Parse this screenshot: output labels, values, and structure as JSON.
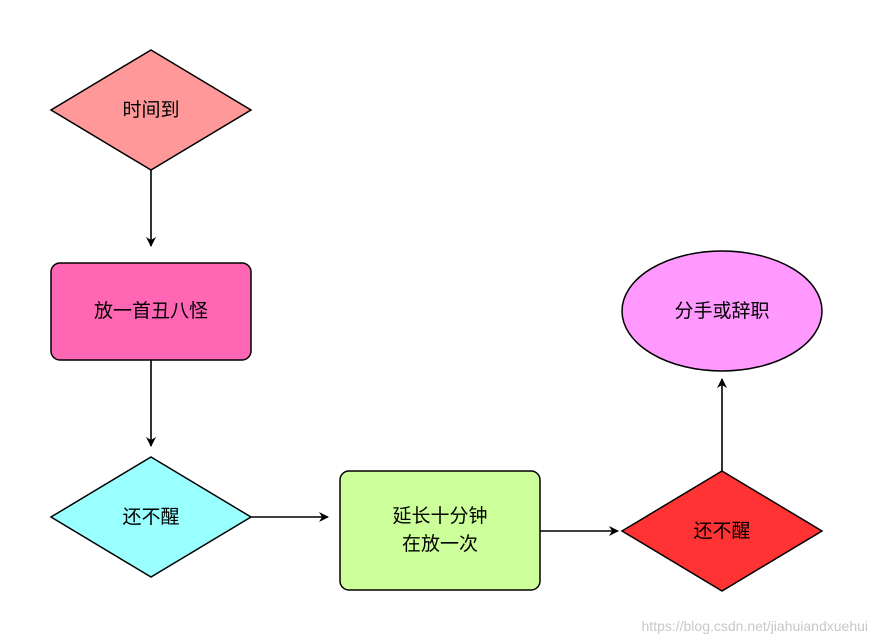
{
  "diagram": {
    "nodes": {
      "time_up": {
        "label": "时间到",
        "shape": "diamond",
        "fill": "#FF9999"
      },
      "play_song": {
        "label": "放一首丑八怪",
        "shape": "rounded-rect",
        "fill": "#FF66B3"
      },
      "still_asleep_1": {
        "label": "还不醒",
        "shape": "diamond",
        "fill": "#99FFFF"
      },
      "extend": {
        "label_line1": "延长十分钟",
        "label_line2": "在放一次",
        "shape": "rounded-rect",
        "fill": "#CCFF99"
      },
      "still_asleep_2": {
        "label": "还不醒",
        "shape": "diamond",
        "fill": "#FF3333"
      },
      "breakup": {
        "label": "分手或辞职",
        "shape": "ellipse",
        "fill": "#FF99FF"
      }
    },
    "edges": [
      {
        "from": "time_up",
        "to": "play_song"
      },
      {
        "from": "play_song",
        "to": "still_asleep_1"
      },
      {
        "from": "still_asleep_1",
        "to": "extend"
      },
      {
        "from": "extend",
        "to": "still_asleep_2"
      },
      {
        "from": "still_asleep_2",
        "to": "breakup"
      }
    ]
  },
  "watermark": "https://blog.csdn.net/jiahuiandxuehui"
}
